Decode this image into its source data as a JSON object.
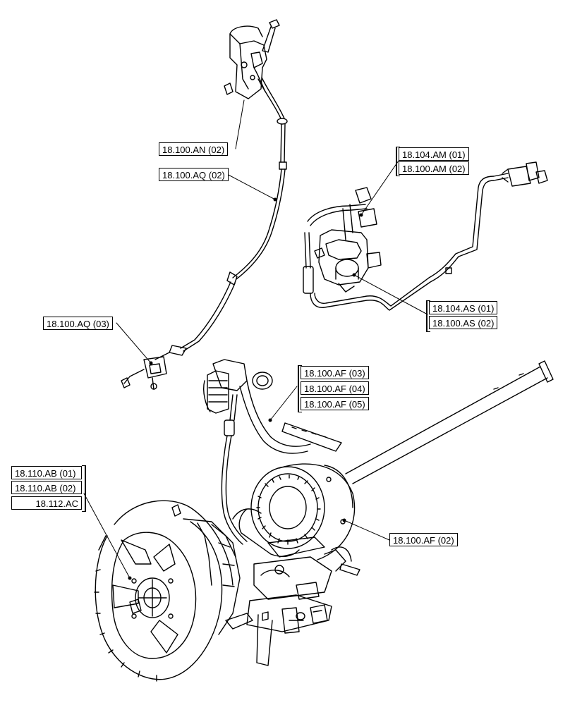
{
  "callouts": {
    "an02": "18.100.AN (02)",
    "aq02": "18.100.AQ (02)",
    "aq03": "18.100.AQ (03)",
    "am01_104": "18.104.AM (01)",
    "am02_100": "18.100.AM (02)",
    "as01_104": "18.104.AS (01)",
    "as02_100": "18.100.AS (02)",
    "af03": "18.100.AF (03)",
    "af04": "18.100.AF (04)",
    "af05": "18.100.AF (05)",
    "ab01": "18.110.AB (01)",
    "ab02": "18.110.AB (02)",
    "ac_112": "18.112.AC",
    "af02": "18.100.AF (02)"
  }
}
